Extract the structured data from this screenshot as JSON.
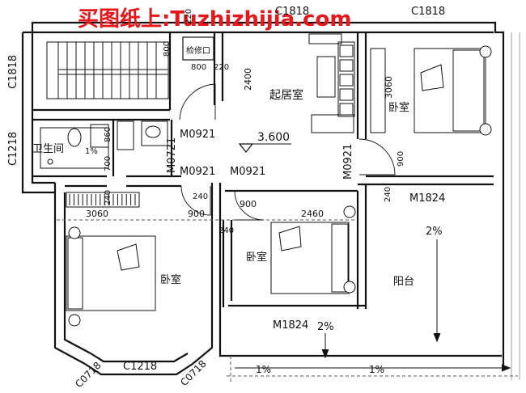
{
  "watermark": "买图纸上:Tuzhizhijia.com",
  "rooms": {
    "living": "起居室",
    "bed_ne": "卧室",
    "bath": "卫生间",
    "bed_sw": "卧室",
    "bed_mid": "卧室",
    "balcony": "阳台"
  },
  "level_mark": "3.600",
  "access_hatch": "检修口",
  "windows": {
    "top_left": "C1818",
    "top_right": "C1818",
    "left_upper": "C1818",
    "left_lower": "C1218",
    "bay_left": "C0718",
    "bay_front": "C1218",
    "bay_right": "C0718"
  },
  "doors": {
    "living_left": "M0921",
    "hall_lower_left": "M0921",
    "hall_lower_right": "M0921",
    "bed_ne": "M0921",
    "bath_side": "M0721",
    "balcony_top": "M1824",
    "balcony_bottom": "M1824"
  },
  "dims": {
    "d800a": "800",
    "d800b": "800",
    "d220a": "220",
    "d220b": "220",
    "d2400": "2400",
    "d3060a": "3060",
    "d3060b": "3060",
    "d860": "860",
    "d700": "700",
    "d900a": "900",
    "d900b": "900",
    "d900c": "900",
    "d240a": "240",
    "d240b": "240",
    "d240c": "240",
    "d240d": "240",
    "d2460": "2460"
  },
  "slopes": {
    "bath": "1%",
    "balcony": "2%",
    "bottom": "2%",
    "rail_left": "1%",
    "rail_right": "1%"
  }
}
